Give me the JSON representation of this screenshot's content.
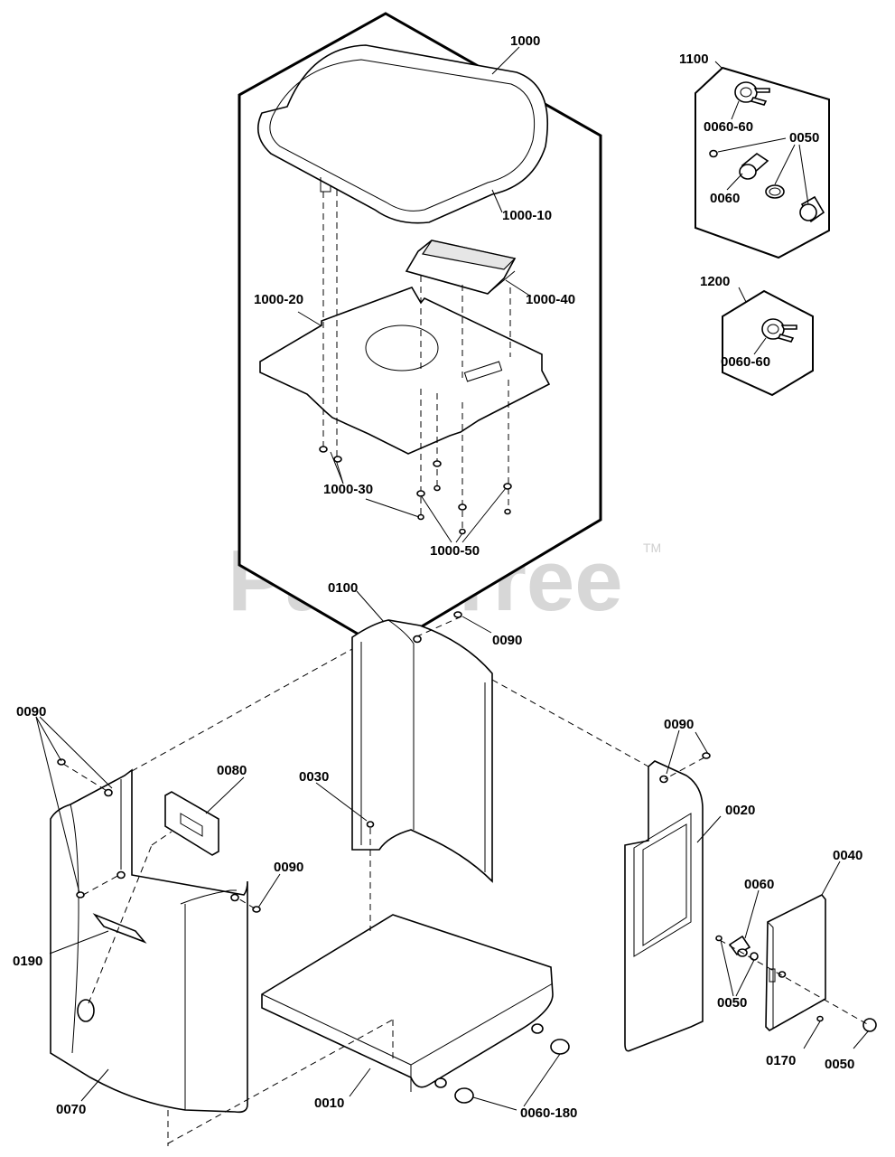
{
  "watermark": {
    "text": "PartsTree",
    "trademark": "TM"
  },
  "labels": {
    "l1000": "1000",
    "l1000_10": "1000-10",
    "l1000_20": "1000-20",
    "l1000_30": "1000-30",
    "l1000_40": "1000-40",
    "l1000_50": "1000-50",
    "l1100": "1100",
    "l1100_006060": "0060-60",
    "l1100_0050": "0050",
    "l1100_0060": "0060",
    "l1200": "1200",
    "l1200_006060": "0060-60",
    "l0100": "0100",
    "l0090_top": "0090",
    "l0090_left": "0090",
    "l0090_right": "0090",
    "l0090_mid": "0090",
    "l0080": "0080",
    "l0030": "0030",
    "l0020": "0020",
    "l0040": "0040",
    "l0060": "0060",
    "l0050_a": "0050",
    "l0050_b": "0050",
    "l0170": "0170",
    "l0190": "0190",
    "l0070": "0070",
    "l0010": "0010",
    "l0060_180": "0060-180"
  }
}
